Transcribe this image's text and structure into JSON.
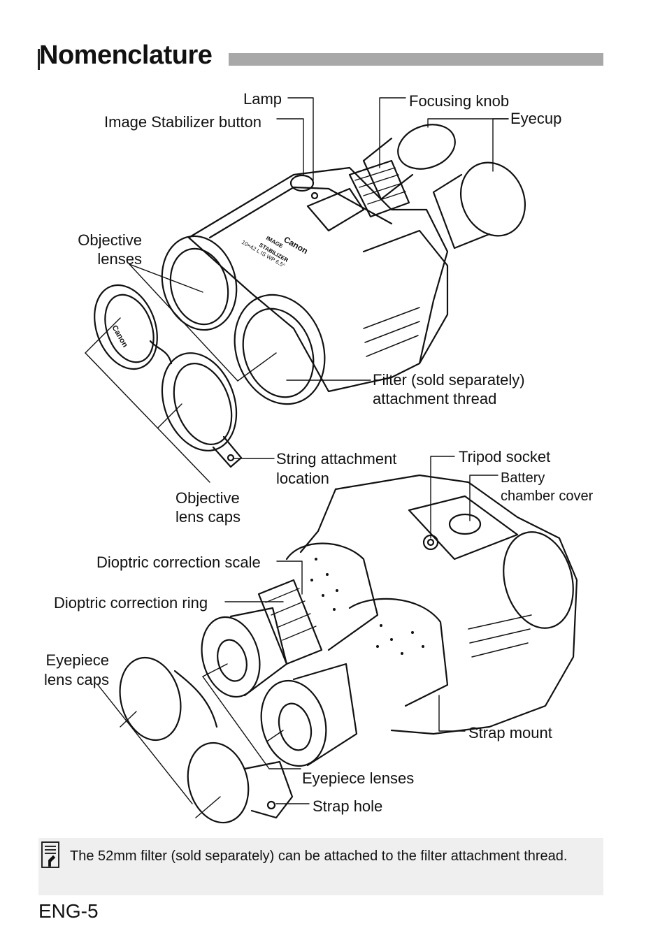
{
  "page": {
    "title": "Nomenclature",
    "page_number": "ENG-5"
  },
  "labels": {
    "lamp": "Lamp",
    "is_button": "Image Stabilizer button",
    "focusing_knob": "Focusing knob",
    "eyecup": "Eyecup",
    "objective_lenses_1": "Objective",
    "objective_lenses_2": "lenses",
    "filter_1": "Filter (sold separately)",
    "filter_2": "attachment thread",
    "string_1": "String attachment",
    "string_2": "location",
    "objective_caps_1": "Objective",
    "objective_caps_2": "lens caps",
    "tripod_socket": "Tripod socket",
    "battery_1": "Battery",
    "battery_2": "chamber cover",
    "dioptric_scale": "Dioptric correction scale",
    "dioptric_ring": "Dioptric correction ring",
    "eyepiece_caps_1": "Eyepiece",
    "eyepiece_caps_2": "lens caps",
    "strap_mount": "Strap mount",
    "eyepiece_lenses": "Eyepiece lenses",
    "strap_hole": "Strap hole"
  },
  "illustration_text": {
    "brand": "Canon",
    "stabilizer_1": "IMAGE",
    "stabilizer_2": "STABILIZER",
    "model": "10×42 L IS WP 6.5°"
  },
  "note": {
    "icon": "memo-icon",
    "text": "The 52mm filter (sold separately) can be attached to the filter attachment thread."
  }
}
